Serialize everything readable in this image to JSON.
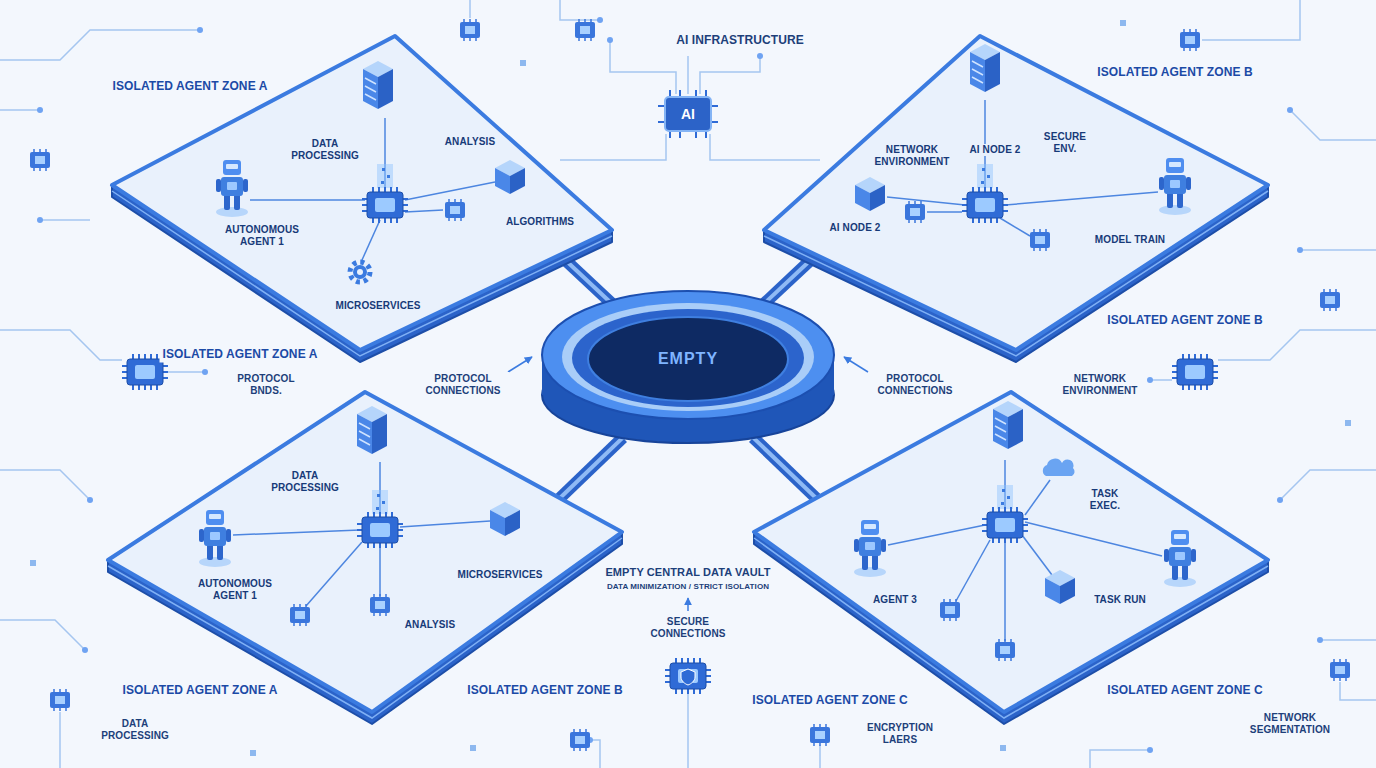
{
  "diagram": {
    "nodes": [
      {
        "text": [
          "ISOLATED AGENT ZONE A",
          "DATA PROCESSING",
          "ANALYSIS",
          "ALGORITHMS",
          "AUTONOMOUS AGENT 1",
          "MICROSERVICES",
          "ISOLATED AGENT ZONE A"
        ]
      },
      {
        "text": [
          "AI"
        ]
      },
      {
        "text": [
          "ISOLATED AGENT ZONE B",
          "NETWORK ENVIRONMENT",
          "AI NODE 2",
          "SECURE ENV.",
          "AI NODE 2",
          "MODEL TRAIN",
          "ISOLATED AGENT ZONE B"
        ]
      },
      {
        "text": [
          "EMPTY"
        ]
      },
      {
        "text": [
          "DATA PROCESSING",
          "AUTONOMOUS AGENT 1",
          "MICROSERVICES",
          "ANALYSIS",
          "ISOLATED AGENT ZONE A",
          "ISOLATED AGENT ZONE B"
        ]
      },
      {
        "text": [
          "TASK EXEC.",
          "AGENT 3",
          "TASK RUN",
          "ISOLATED AGENT ZONE C",
          "ISOLATED AGENT ZONE C"
        ]
      }
    ],
    "edges": [
      {
        "from": 3,
        "to": 0,
        "arrow": "none"
      },
      {
        "from": 3,
        "to": 2,
        "arrow": "none"
      },
      {
        "from": 3,
        "to": 4,
        "arrow": "none"
      },
      {
        "from": 3,
        "to": 5,
        "arrow": "none"
      }
    ],
    "labels": [
      "AI INFRASTRUCTURE",
      "PROTOCOL BNDS.",
      "PROTOCOL CONNECTIONS",
      "PROTOCOL CONNECTIONS",
      "NETWORK ENVIRONMENT",
      "EMPTY CENTRAL DATA VAULT",
      "DATA MINIMIZATION / STRICT ISOLATION",
      "SECURE CONNECTIONS",
      "DATA PROCESSING",
      "ENCRYPTION LAERS",
      "NETWORK SEGMENTATION"
    ]
  }
}
